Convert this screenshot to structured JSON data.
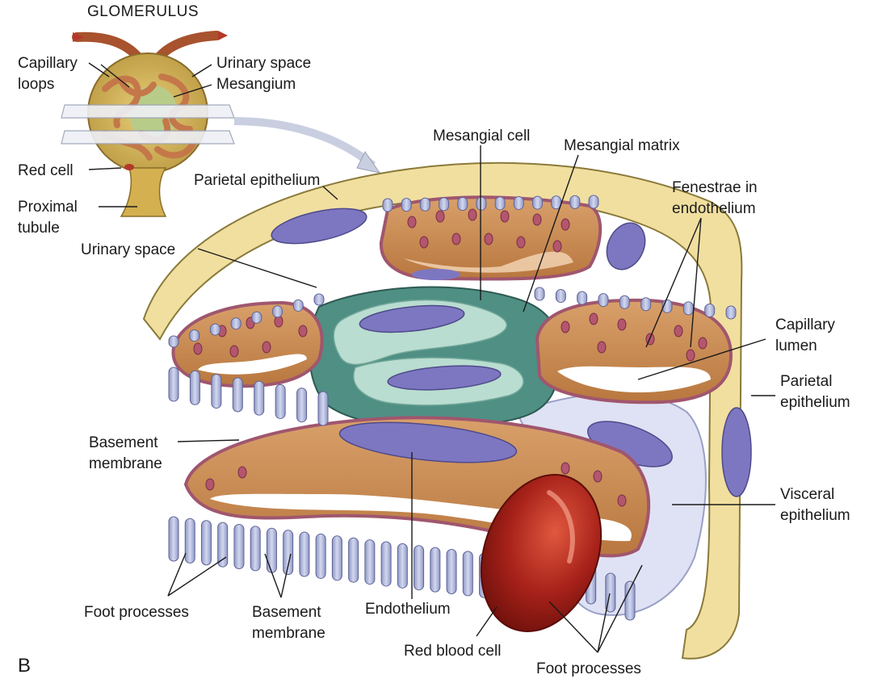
{
  "inset": {
    "title": "GLOMERULUS",
    "labels": {
      "capillary_loops_1": "Capillary",
      "capillary_loops_2": "loops",
      "urinary_space": "Urinary space",
      "mesangium": "Mesangium",
      "red_cell": "Red cell",
      "proximal_tubule_1": "Proximal",
      "proximal_tubule_2": "tubule"
    }
  },
  "main": {
    "labels": {
      "mesangial_cell": "Mesangial cell",
      "mesangial_matrix": "Mesangial matrix",
      "parietal_epithelium_top": "Parietal epithelium",
      "fenestrae_1": "Fenestrae in",
      "fenestrae_2": "endothelium",
      "urinary_space": "Urinary space",
      "capillary_lumen_1": "Capillary",
      "capillary_lumen_2": "lumen",
      "parietal_epithelium_right_1": "Parietal",
      "parietal_epithelium_right_2": "epithelium",
      "basement_membrane_left_1": "Basement",
      "basement_membrane_left_2": "membrane",
      "visceral_epithelium_1": "Visceral",
      "visceral_epithelium_2": "epithelium",
      "foot_processes_left": "Foot processes",
      "basement_membrane_bottom_1": "Basement",
      "basement_membrane_bottom_2": "membrane",
      "endothelium": "Endothelium",
      "red_blood_cell": "Red blood cell",
      "foot_processes_bottom": "Foot processes"
    }
  },
  "panel_letter": "B"
}
